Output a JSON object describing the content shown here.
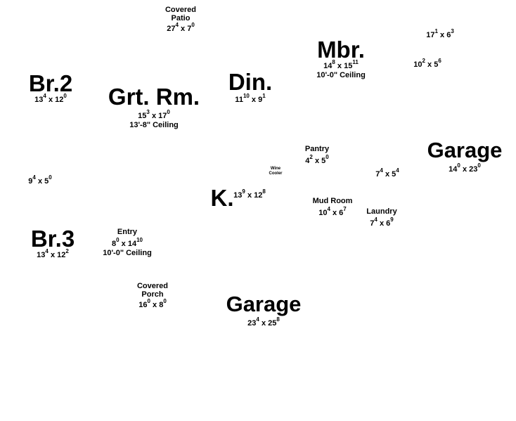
{
  "rooms": [
    {
      "id": "covered-patio",
      "name": [
        "Covered",
        "Patio"
      ],
      "dim": {
        "w": "27",
        "wi": "4",
        "x": "x",
        "l": "7",
        "li": "0"
      }
    },
    {
      "id": "closet-top-right-1",
      "name": [],
      "dim": {
        "w": "17",
        "wi": "1",
        "x": "x",
        "l": "6",
        "li": "3"
      }
    },
    {
      "id": "mbr",
      "name": [
        "Mbr."
      ],
      "dim": {
        "w": "14",
        "wi": "8",
        "x": "x",
        "l": "15",
        "li": "11"
      },
      "ceiling": "10'-0\" Ceiling"
    },
    {
      "id": "closet-top-right-2",
      "name": [],
      "dim": {
        "w": "10",
        "wi": "2",
        "x": "x",
        "l": "5",
        "li": "6"
      }
    },
    {
      "id": "br2",
      "name": [
        "Br.2"
      ],
      "dim": {
        "w": "13",
        "wi": "4",
        "x": "x",
        "l": "12",
        "li": "0"
      }
    },
    {
      "id": "din",
      "name": [
        "Din."
      ],
      "dim": {
        "w": "11",
        "wi": "10",
        "x": "x",
        "l": "9",
        "li": "1"
      }
    },
    {
      "id": "grt-rm",
      "name": [
        "Grt. Rm."
      ],
      "dim": {
        "w": "15",
        "wi": "3",
        "x": "x",
        "l": "17",
        "li": "0"
      },
      "ceiling": "13'-8\" Ceiling"
    },
    {
      "id": "pantry",
      "name": [
        "Pantry"
      ],
      "dim": {
        "w": "4",
        "wi": "2",
        "x": "x",
        "l": "5",
        "li": "0"
      }
    },
    {
      "id": "wine-cooler",
      "name": [
        "Wine",
        "Cooler"
      ]
    },
    {
      "id": "garage-right",
      "name": [
        "Garage"
      ],
      "dim": {
        "w": "14",
        "wi": "0",
        "x": "x",
        "l": "23",
        "li": "0"
      }
    },
    {
      "id": "closet-left",
      "name": [],
      "dim": {
        "w": "9",
        "wi": "4",
        "x": "x",
        "l": "5",
        "li": "0"
      }
    },
    {
      "id": "closet-mid",
      "name": [],
      "dim": {
        "w": "7",
        "wi": "4",
        "x": "x",
        "l": "5",
        "li": "4"
      }
    },
    {
      "id": "k",
      "name": [
        "K."
      ],
      "dim": {
        "w": "13",
        "wi": "9",
        "x": "x",
        "l": "12",
        "li": "8"
      }
    },
    {
      "id": "mud-room",
      "name": [
        "Mud Room"
      ],
      "dim": {
        "w": "10",
        "wi": "4",
        "x": "x",
        "l": "6",
        "li": "7"
      }
    },
    {
      "id": "laundry",
      "name": [
        "Laundry"
      ],
      "dim": {
        "w": "7",
        "wi": "4",
        "x": "x",
        "l": "6",
        "li": "9"
      }
    },
    {
      "id": "br3",
      "name": [
        "Br.3"
      ],
      "dim": {
        "w": "13",
        "wi": "4",
        "x": "x",
        "l": "12",
        "li": "2"
      }
    },
    {
      "id": "entry",
      "name": [
        "Entry"
      ],
      "dim": {
        "w": "8",
        "wi": "0",
        "x": "x",
        "l": "14",
        "li": "10"
      },
      "ceiling": "10'-0\" Ceiling"
    },
    {
      "id": "covered-porch",
      "name": [
        "Covered",
        "Porch"
      ],
      "dim": {
        "w": "16",
        "wi": "0",
        "x": "x",
        "l": "8",
        "li": "0"
      }
    },
    {
      "id": "garage-bottom",
      "name": [
        "Garage"
      ],
      "dim": {
        "w": "23",
        "wi": "4",
        "x": "x",
        "l": "25",
        "li": "8"
      }
    }
  ]
}
